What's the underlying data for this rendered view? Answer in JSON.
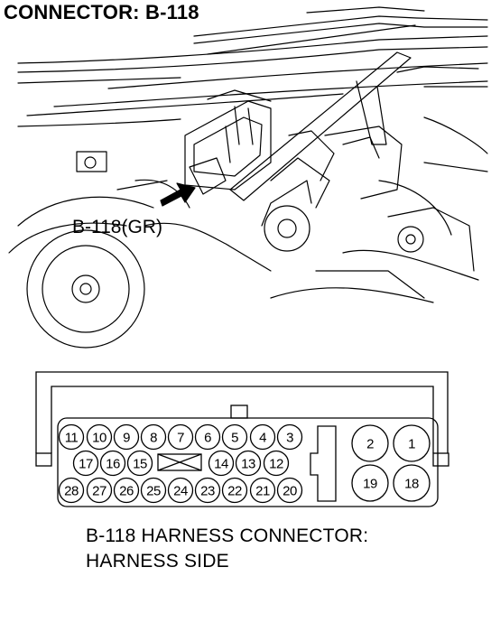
{
  "title": "CONNECTOR: B-118",
  "callout_label": "B-118(GR)",
  "caption_line1": "B-118 HARNESS CONNECTOR:",
  "caption_line2": "HARNESS SIDE",
  "connector": {
    "row1": [
      "11",
      "10",
      "9",
      "8",
      "7",
      "6",
      "5",
      "4",
      "3"
    ],
    "row2_left": [
      "17",
      "16",
      "15"
    ],
    "row2_right": [
      "14",
      "13",
      "12"
    ],
    "row3": [
      "28",
      "27",
      "26",
      "25",
      "24",
      "23",
      "22",
      "21",
      "20"
    ],
    "big_top": [
      "2",
      "1"
    ],
    "big_bottom": [
      "19",
      "18"
    ]
  }
}
